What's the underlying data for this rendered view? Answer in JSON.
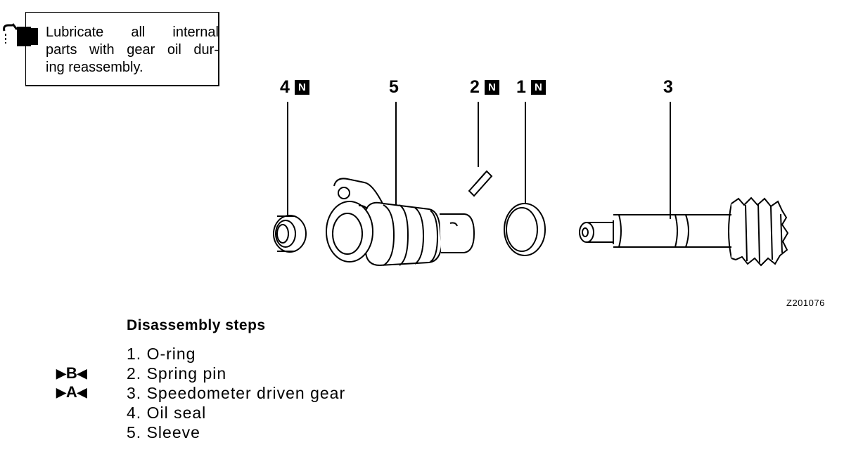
{
  "note": {
    "lines": [
      "Lubricate all internal",
      "parts with gear oil dur-",
      "ing reassembly."
    ],
    "icon": "oil-can-icon"
  },
  "callouts": [
    {
      "number": "4",
      "badge": "N"
    },
    {
      "number": "5",
      "badge": ""
    },
    {
      "number": "2",
      "badge": "N"
    },
    {
      "number": "1",
      "badge": "N"
    },
    {
      "number": "3",
      "badge": ""
    }
  ],
  "figure_code": "Z201076",
  "steps": {
    "title": "Disassembly steps",
    "items": [
      "1. O-ring",
      "2. Spring pin",
      "3. Speedometer driven gear",
      "4. Oil seal",
      "5. Sleeve"
    ]
  },
  "reference_marks": [
    {
      "letter": "B",
      "step": "2"
    },
    {
      "letter": "A",
      "step": "3"
    }
  ]
}
